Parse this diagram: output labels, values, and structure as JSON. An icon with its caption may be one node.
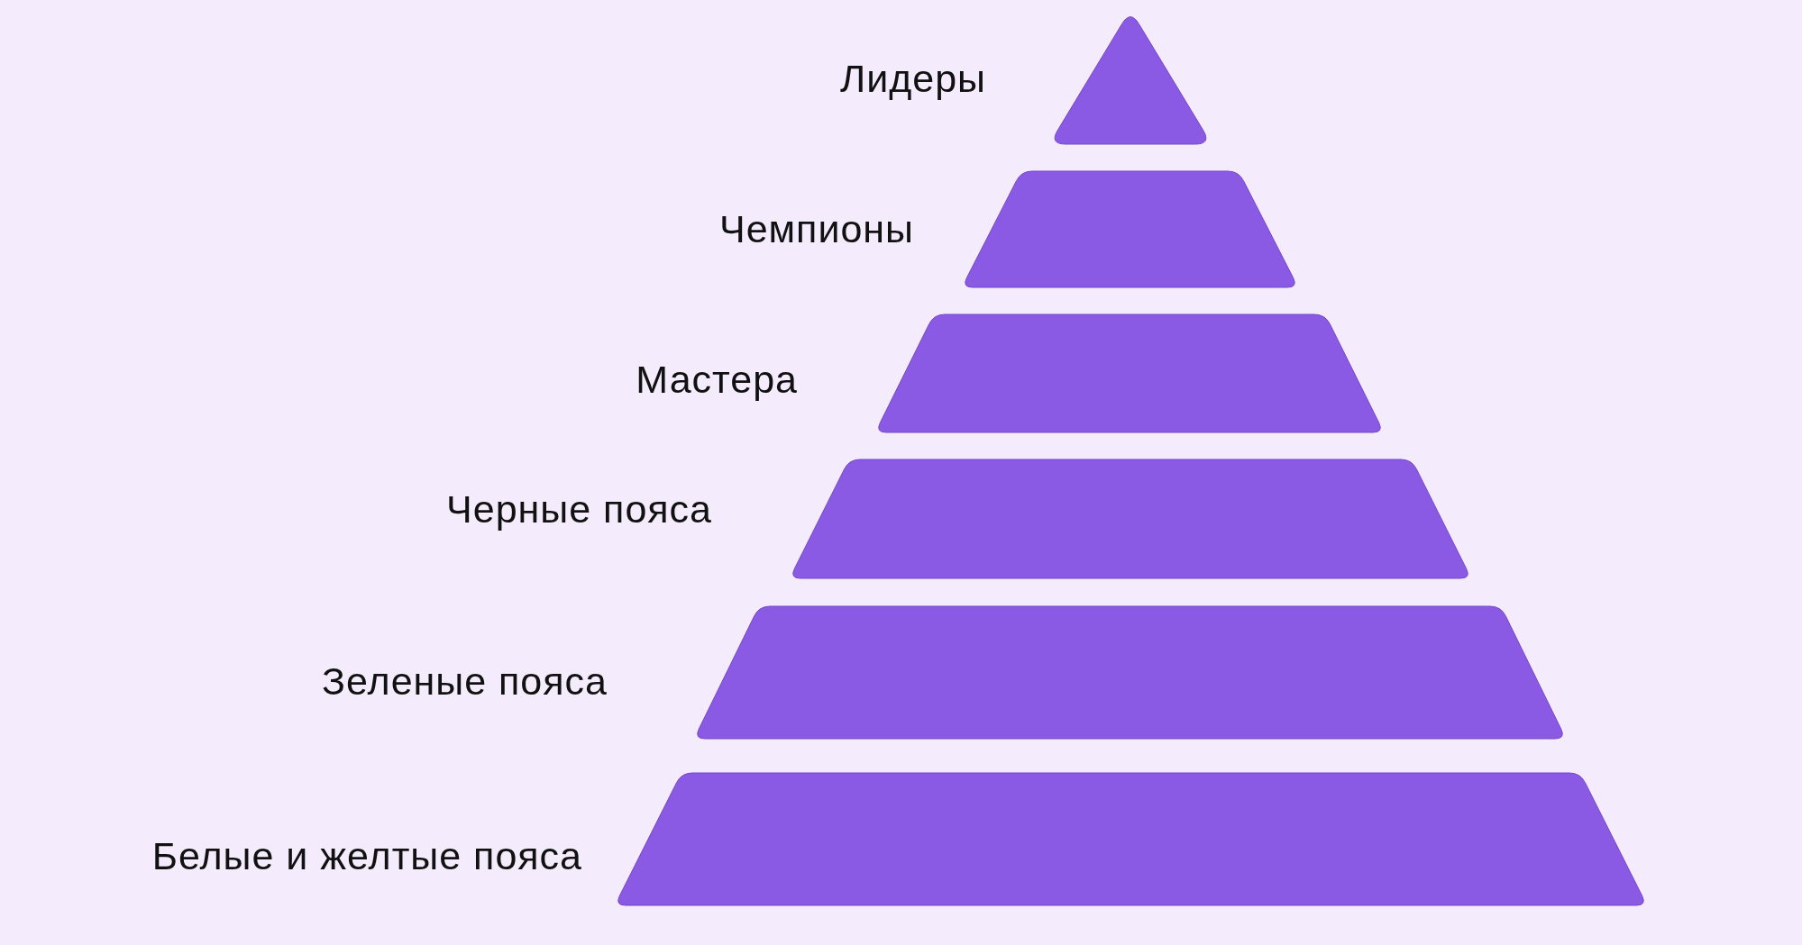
{
  "diagram": {
    "nodes": [
      {
        "text": [],
        "shape": "triangle",
        "beside": [
          "Лидеры"
        ]
      },
      {
        "text": [],
        "shape": "trapezoid",
        "beside": [
          "Чемпионы"
        ]
      },
      {
        "text": [],
        "shape": "trapezoid",
        "beside": [
          "Мастера"
        ]
      },
      {
        "text": [],
        "shape": "trapezoid",
        "beside": [
          "Черные пояса"
        ]
      },
      {
        "text": [],
        "shape": "trapezoid",
        "beside": [
          "Зеленые пояса"
        ]
      },
      {
        "text": [],
        "shape": "trapezoid",
        "beside": [
          "Белые и желтые пояса"
        ]
      }
    ]
  }
}
